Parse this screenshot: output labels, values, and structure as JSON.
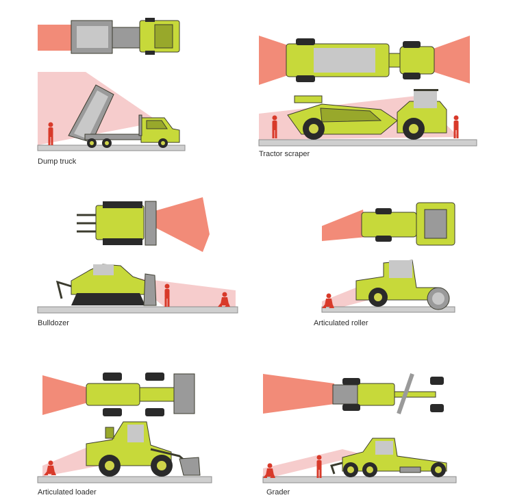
{
  "colors": {
    "machine": "#c7d93a",
    "machine_dark": "#98a82b",
    "outline": "#3b3b2e",
    "tire": "#2a2a2a",
    "hub": "#cfd44a",
    "blind_zone_side": "#f6cccc",
    "blind_zone_top": "#f28b78",
    "person": "#d83a2a",
    "ground": "#cfcfcf",
    "ground_edge": "#8c8c8c",
    "metal": "#9a9a9a",
    "metal_light": "#c8c8c8",
    "caption": "#2b2b2b"
  },
  "machines": [
    {
      "id": "dump-truck",
      "label": "Dump truck"
    },
    {
      "id": "tractor-scraper",
      "label": "Tractor scraper"
    },
    {
      "id": "bulldozer",
      "label": "Bulldozer"
    },
    {
      "id": "articulated-roller",
      "label": "Articulated roller"
    },
    {
      "id": "articulated-loader",
      "label": "Articulated loader"
    },
    {
      "id": "grader",
      "label": "Grader"
    }
  ]
}
